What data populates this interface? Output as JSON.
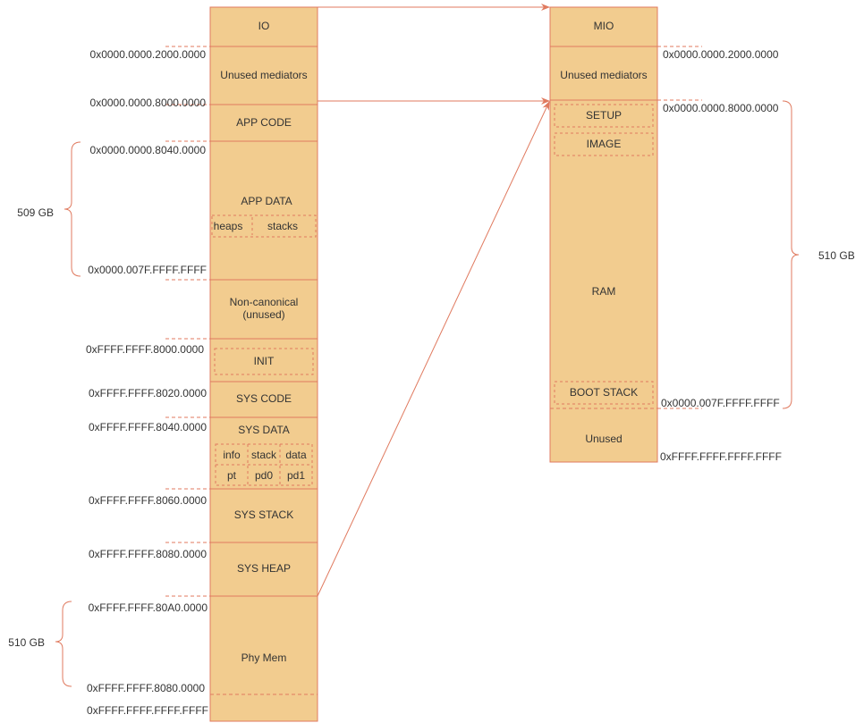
{
  "colors": {
    "fill": "#f2cc8f",
    "stroke": "#e07a5f",
    "text": "#333333"
  },
  "left_column": {
    "regions": {
      "io": "IO",
      "unused_mediators": "Unused mediators",
      "app_code": "APP CODE",
      "app_data": "APP DATA",
      "heaps": "heaps",
      "stacks": "stacks",
      "non_canonical_1": "Non-canonical",
      "non_canonical_2": "(unused)",
      "init": "INIT",
      "sys_code": "SYS CODE",
      "sys_data": "SYS DATA",
      "info": "info",
      "stack": "stack",
      "data": "data",
      "pt": "pt",
      "pd0": "pd0",
      "pd1": "pd1",
      "sys_stack": "SYS STACK",
      "sys_heap": "SYS HEAP",
      "phy_mem": "Phy Mem"
    },
    "addresses": {
      "a1": "0x0000.0000.2000.0000",
      "a2": "0x0000.0000.8000.0000",
      "a3": "0x0000.0000.8040.0000",
      "a4": "0x0000.007F.FFFF.FFFF",
      "a5": "0xFFFF.FFFF.8000.0000",
      "a6": "0xFFFF.FFFF.8020.0000",
      "a7": "0xFFFF.FFFF.8040.0000",
      "a8": "0xFFFF.FFFF.8060.0000",
      "a9": "0xFFFF.FFFF.8080.0000",
      "a10": "0xFFFF.FFFF.80A0.0000",
      "a11": "0xFFFF.FFFF.8080.0000",
      "a12": "0xFFFF.FFFF.FFFF.FFFF"
    },
    "sizes": {
      "app": "509 GB",
      "phy": "510 GB"
    }
  },
  "right_column": {
    "regions": {
      "mio": "MIO",
      "unused_mediators": "Unused mediators",
      "setup": "SETUP",
      "image": "IMAGE",
      "ram": "RAM",
      "boot_stack": "BOOT STACK",
      "unused": "Unused"
    },
    "addresses": {
      "b1": "0x0000.0000.2000.0000",
      "b2": "0x0000.0000.8000.0000",
      "b3": "0x0000.007F.FFFF.FFFF",
      "b4": "0xFFFF.FFFF.FFFF.FFFF"
    },
    "sizes": {
      "ram": "510 GB"
    }
  }
}
